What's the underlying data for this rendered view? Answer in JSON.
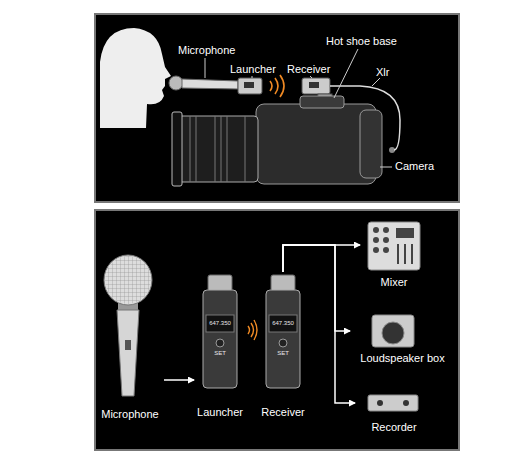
{
  "diagram": {
    "nodes": [
      {
        "text": [
          "Microphone"
        ]
      },
      {
        "text": [
          "Launcher"
        ]
      },
      {
        "text": [
          "Receiver"
        ]
      },
      {
        "text": [
          "Mixer"
        ]
      },
      {
        "text": [
          "Loudspeaker box"
        ]
      },
      {
        "text": [
          "Recorder"
        ]
      }
    ],
    "edges": [
      {
        "from": 0,
        "to": 1,
        "arrow": "to"
      },
      {
        "from": 2,
        "to": 3,
        "arrow": "to"
      },
      {
        "from": 2,
        "to": 4,
        "arrow": "to"
      },
      {
        "from": 2,
        "to": 5,
        "arrow": "to"
      }
    ],
    "labels": [
      "Microphone",
      "Launcher",
      "Hot shoe base",
      "Receiver",
      "Xlr",
      "Camera",
      "647.350",
      "SET",
      "647.350",
      "SET"
    ]
  }
}
